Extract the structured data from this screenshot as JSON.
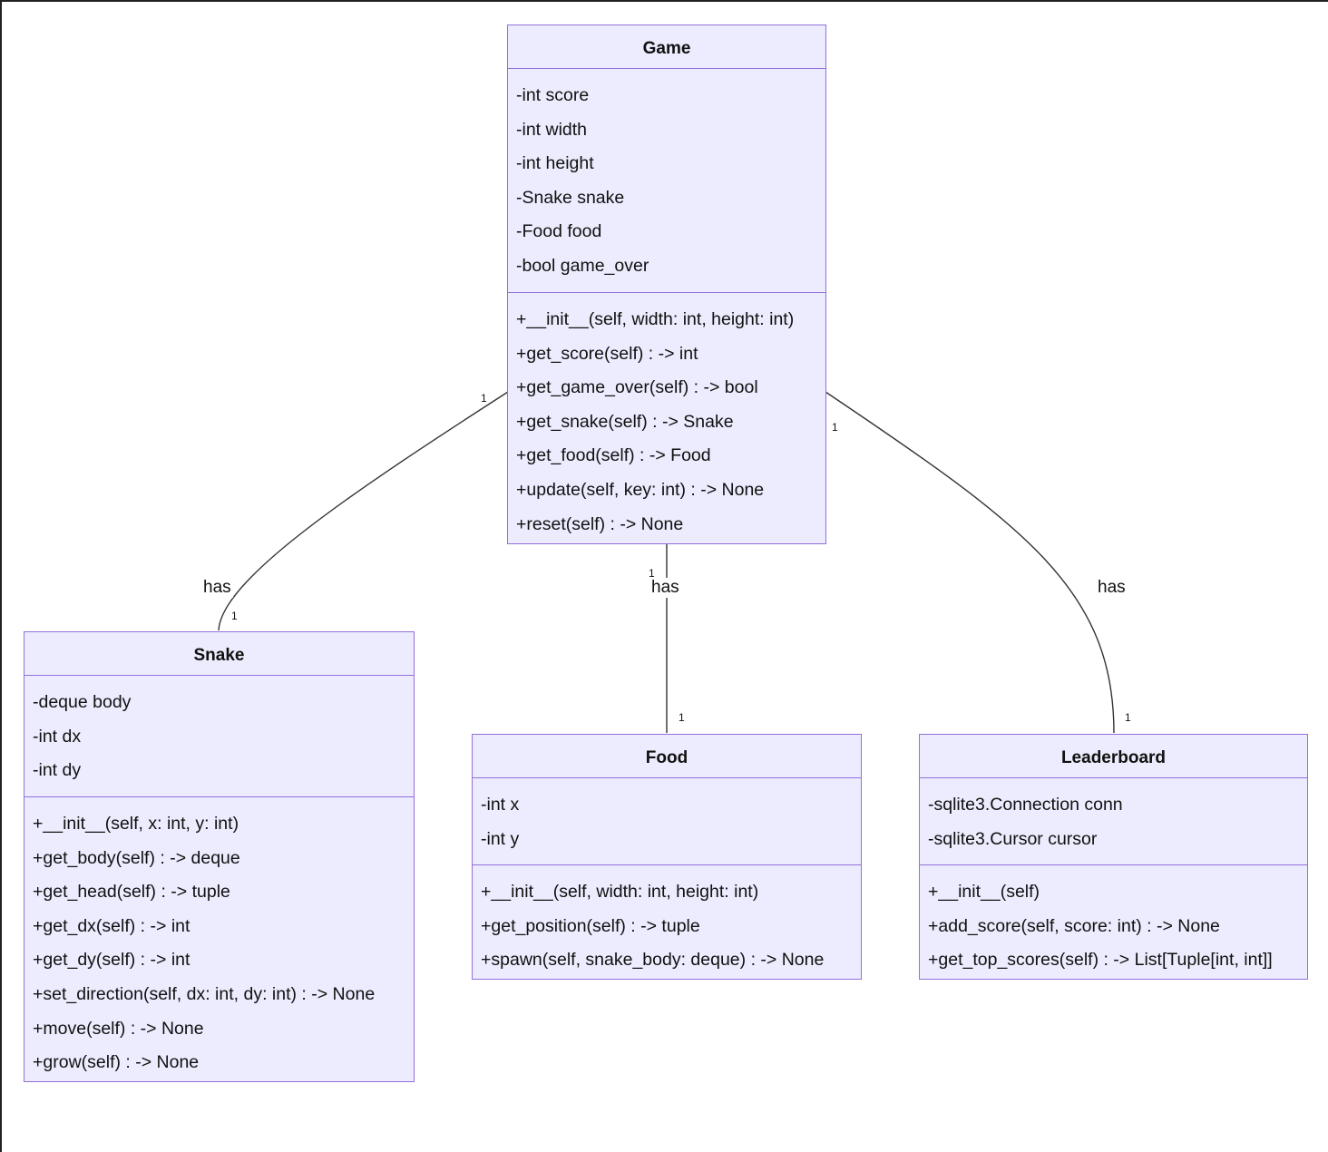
{
  "classes": {
    "game": {
      "name": "Game",
      "attributes": [
        "-int score",
        "-int width",
        "-int height",
        "-Snake snake",
        "-Food food",
        "-bool game_over"
      ],
      "methods": [
        "+__init__(self, width: int, height: int)",
        "+get_score(self) : -> int",
        "+get_game_over(self) : -> bool",
        "+get_snake(self) : -> Snake",
        "+get_food(self) : -> Food",
        "+update(self, key: int) : -> None",
        "+reset(self) : -> None"
      ]
    },
    "snake": {
      "name": "Snake",
      "attributes": [
        "-deque body",
        "-int dx",
        "-int dy"
      ],
      "methods": [
        "+__init__(self, x: int, y: int)",
        "+get_body(self) : -> deque",
        "+get_head(self) : -> tuple",
        "+get_dx(self) : -> int",
        "+get_dy(self) : -> int",
        "+set_direction(self, dx: int, dy: int) : -> None",
        "+move(self) : -> None",
        "+grow(self) : -> None"
      ]
    },
    "food": {
      "name": "Food",
      "attributes": [
        "-int x",
        "-int y"
      ],
      "methods": [
        "+__init__(self, width: int, height: int)",
        "+get_position(self) : -> tuple",
        "+spawn(self, snake_body: deque) : -> None"
      ]
    },
    "leaderboard": {
      "name": "Leaderboard",
      "attributes": [
        "-sqlite3.Connection conn",
        "-sqlite3.Cursor cursor"
      ],
      "methods": [
        "+__init__(self)",
        "+add_score(self, score: int) : -> None",
        "+get_top_scores(self) : -> List[Tuple[int, int]]"
      ]
    }
  },
  "relations": {
    "game_snake": {
      "label": "has",
      "source_multiplicity": "1",
      "target_multiplicity": "1"
    },
    "game_food": {
      "label": "has",
      "source_multiplicity": "1",
      "target_multiplicity": "1"
    },
    "game_leaderboard": {
      "label": "has",
      "source_multiplicity": "1",
      "target_multiplicity": "1"
    }
  },
  "colors": {
    "box_fill": "#ececfe",
    "box_border": "#9370db",
    "edge": "#333333"
  }
}
